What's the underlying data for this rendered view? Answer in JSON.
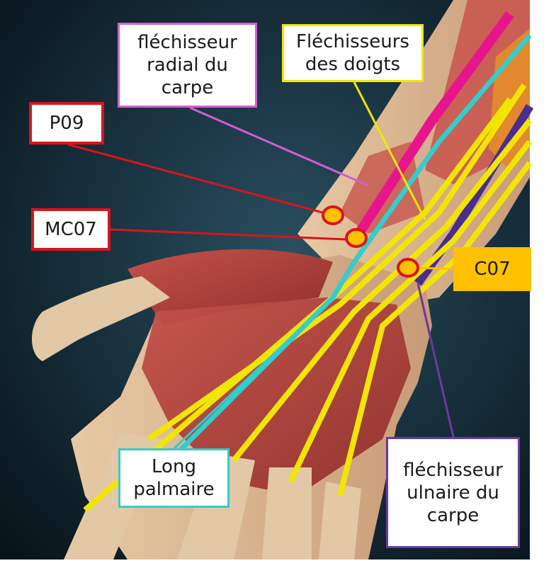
{
  "labels": {
    "radial": "fléchisseur\nradial du\ncarpe",
    "flechisseurs": "Fléchisseurs\ndes doigts",
    "p09": "P09",
    "mc07": "MC07",
    "c07": "C07",
    "long_palmaire": "Long\npalmaire",
    "ulnaire": "fléchisseur\nulnaire du\ncarpe"
  },
  "colors": {
    "background_dark": "#0d1b24",
    "background_mid": "#1f3a4a",
    "muscle": "#b5403c",
    "skin": "#e8d2b0",
    "radial": "#d25fd0",
    "magenta_tendon": "#e8148c",
    "flechisseurs": "#f2e600",
    "point": "#d8141c",
    "point_fill": "#ffc000",
    "long_palmaire": "#34cccc",
    "ulnaire": "#6a3a9c"
  }
}
